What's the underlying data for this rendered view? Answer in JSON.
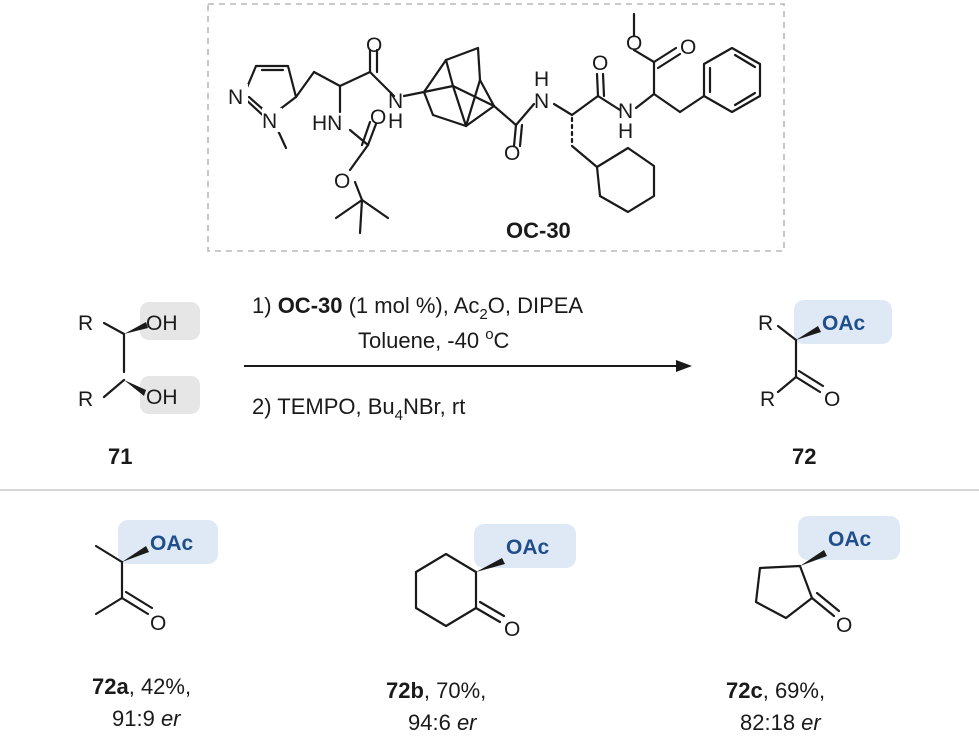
{
  "catalyst": {
    "label": "OC-30",
    "atoms": {
      "o1": "O",
      "o2": "O",
      "o3": "O",
      "o4": "O",
      "o5": "O",
      "o6": "O",
      "n_ring": "N",
      "n_me": "N",
      "hn": "HN",
      "nh1": "N",
      "h1": "H",
      "nh2_h": "H",
      "nh2_n": "N",
      "nh3_n": "N",
      "nh3_h": "H"
    }
  },
  "reactant": {
    "label": "71",
    "atoms": {
      "r1": "R",
      "r2": "R",
      "oh1": "OH",
      "oh2": "OH"
    }
  },
  "conditions": {
    "step1_prefix": "1) ",
    "step1_cat": "OC-30",
    "step1_rest_a": " (1 mol %), Ac",
    "step1_sub": "2",
    "step1_rest_b": "O, DIPEA",
    "step1_line2_a": "Toluene,  -40 ",
    "step1_line2_sup": "o",
    "step1_line2_b": "C",
    "step2_a": "2) TEMPO, Bu",
    "step2_sub": "4",
    "step2_b": "NBr, rt"
  },
  "product": {
    "label": "72",
    "atoms": {
      "r1": "R",
      "r2": "R",
      "oac": "OAc",
      "o": "O"
    }
  },
  "examples": [
    {
      "id": "72a",
      "yield": ",  42%,",
      "er_val": "91:9 ",
      "er": "er",
      "oac": "OAc",
      "o": "O"
    },
    {
      "id": "72b",
      "yield": ", 70%,",
      "er_val": "94:6 ",
      "er": "er",
      "oac": "OAc",
      "o": "O"
    },
    {
      "id": "72c",
      "yield": ", 69%,",
      "er_val": "82:18 ",
      "er": "er",
      "oac": "OAc",
      "o": "O"
    }
  ],
  "colors": {
    "accent": "#1f4e8c",
    "highlight": "#dfe9f5",
    "bond": "#1a1a1a"
  }
}
